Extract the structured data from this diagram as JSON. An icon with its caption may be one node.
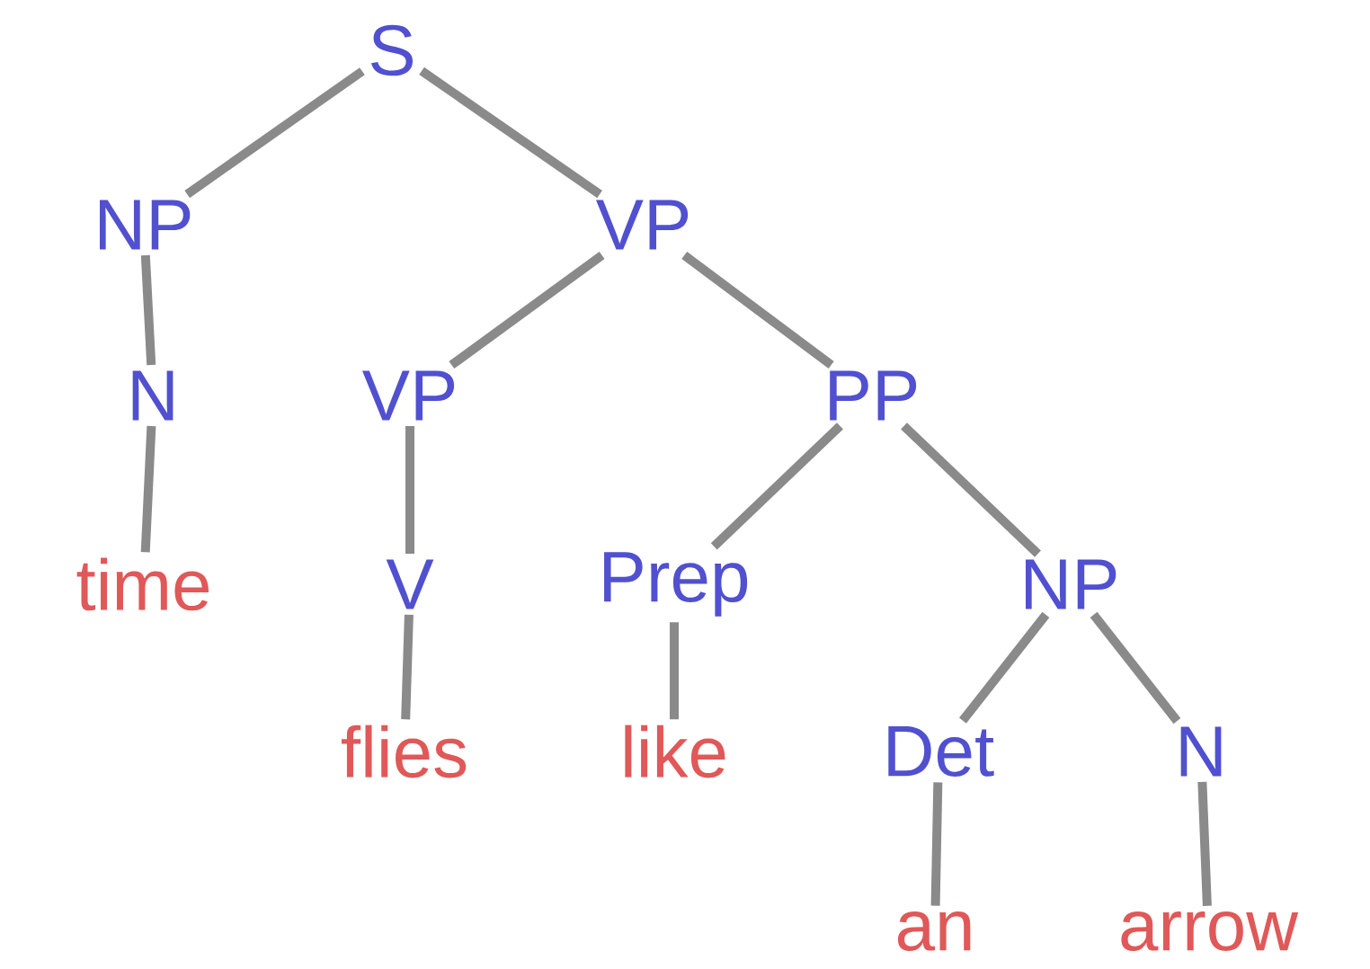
{
  "diagram": {
    "nodes": [
      {
        "text": [
          "S"
        ]
      },
      {
        "text": [
          "NP"
        ]
      },
      {
        "text": [
          "VP"
        ]
      },
      {
        "text": [
          "N"
        ]
      },
      {
        "text": [
          "VP"
        ]
      },
      {
        "text": [
          "PP"
        ]
      },
      {
        "text": [
          "time"
        ]
      },
      {
        "text": [
          "V"
        ]
      },
      {
        "text": [
          "Prep"
        ]
      },
      {
        "text": [
          "NP"
        ]
      },
      {
        "text": [
          "flies"
        ]
      },
      {
        "text": [
          "like"
        ]
      },
      {
        "text": [
          "Det"
        ]
      },
      {
        "text": [
          "N"
        ]
      },
      {
        "text": [
          "an"
        ]
      },
      {
        "text": [
          "arrow"
        ]
      }
    ],
    "edges": [
      {
        "from": 0,
        "to": 1,
        "arrow": "none"
      },
      {
        "from": 0,
        "to": 2,
        "arrow": "none"
      },
      {
        "from": 1,
        "to": 3,
        "arrow": "none"
      },
      {
        "from": 2,
        "to": 4,
        "arrow": "none"
      },
      {
        "from": 2,
        "to": 5,
        "arrow": "none"
      },
      {
        "from": 3,
        "to": 6,
        "arrow": "none"
      },
      {
        "from": 4,
        "to": 7,
        "arrow": "none"
      },
      {
        "from": 5,
        "to": 8,
        "arrow": "none"
      },
      {
        "from": 5,
        "to": 9,
        "arrow": "none"
      },
      {
        "from": 7,
        "to": 10,
        "arrow": "none"
      },
      {
        "from": 8,
        "to": 11,
        "arrow": "none"
      },
      {
        "from": 9,
        "to": 12,
        "arrow": "none"
      },
      {
        "from": 9,
        "to": 13,
        "arrow": "none"
      },
      {
        "from": 12,
        "to": 14,
        "arrow": "none"
      },
      {
        "from": 13,
        "to": 15,
        "arrow": "none"
      }
    ]
  }
}
